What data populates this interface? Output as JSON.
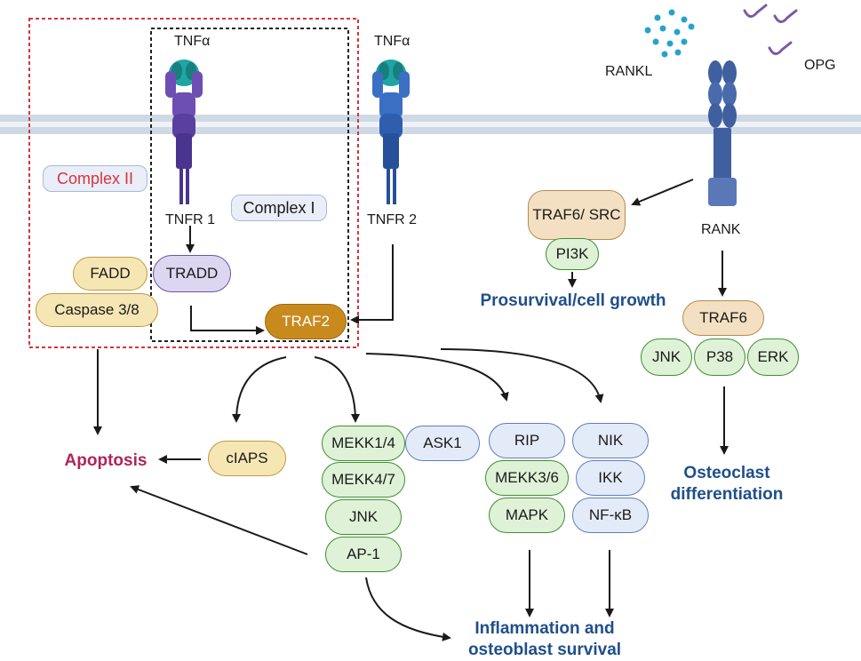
{
  "ligands": {
    "tnfa_left": "TNFα",
    "tnfa_right": "TNFα",
    "rankl": "RANKL",
    "opg": "OPG"
  },
  "receptors": {
    "tnfr1": "TNFR 1",
    "tnfr2": "TNFR 2",
    "rank": "RANK"
  },
  "complexes": {
    "complex_ii": "Complex II",
    "complex_i": "Complex I"
  },
  "proteins": {
    "fadd": "FADD",
    "caspase": "Caspase 3/8",
    "tradd": "TRADD",
    "traf2": "TRAF2",
    "traf6_src": "TRAF6/ SRC",
    "pi3k": "PI3K",
    "traf6": "TRAF6",
    "jnk_right": "JNK",
    "p38": "P38",
    "erk": "ERK",
    "ciaps": "cIAPS",
    "mekk14": "MEKK1/4",
    "ask1": "ASK1",
    "mekk47": "MEKK4/7",
    "jnk_mid": "JNK",
    "ap1": "AP-1",
    "rip": "RIP",
    "mekk36": "MEKK3/6",
    "mapk": "MAPK",
    "nik": "NIK",
    "ikk": "IKK",
    "nfkb": "NF-κB"
  },
  "outcomes": {
    "apoptosis": "Apoptosis",
    "prosurvival": "Prosurvival/cell growth",
    "osteoclast": "Osteoclast differentiation",
    "inflammation": "Inflammation and osteoblast survival"
  },
  "colors": {
    "membrane": "#cfd9e6",
    "tnfr1_receptor": "#6d4fb3",
    "tnfr2_receptor": "#3a6fc4",
    "rank_receptor": "#3f5f9e",
    "ligand_teal": "#1fa5a3",
    "rankl_dots": "#27a3c9",
    "opg": "#7a5aa6",
    "complex_ii_border": "#d8333f",
    "apoptosis_text": "#b0245a",
    "outcome_text": "#1f4f8a"
  }
}
